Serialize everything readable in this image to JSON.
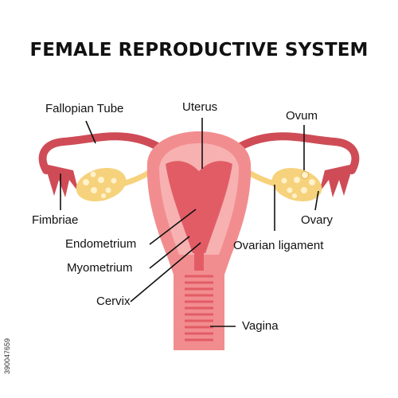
{
  "title": "FEMALE REPRODUCTIVE SYSTEM",
  "labels": {
    "fallopian_tube": "Fallopian Tube",
    "uterus": "Uterus",
    "ovum": "Ovum",
    "fimbriae": "Fimbriae",
    "endometrium": "Endometrium",
    "myometrium": "Myometrium",
    "cervix": "Cervix",
    "ovary": "Ovary",
    "ovarian_ligament": "Ovarian ligament",
    "vagina": "Vagina"
  },
  "stock_id": "390047659",
  "colors": {
    "tube": "#cf4c57",
    "uterus_outer": "#f28d8f",
    "uterus_inner": "#e25c66",
    "myometrium": "#f7b1b1",
    "ovary": "#f6d27c",
    "ovary_spots": "#fff2cc",
    "ligament": "#f6d27c",
    "line": "#111111"
  }
}
